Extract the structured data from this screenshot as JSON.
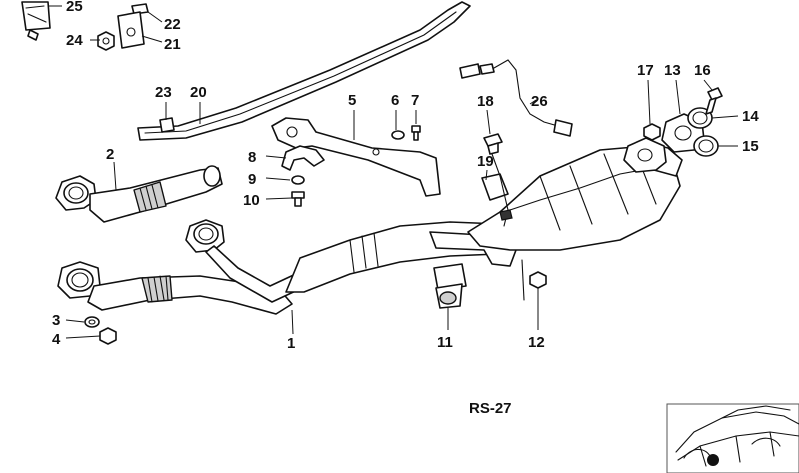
{
  "diagram": {
    "code": "RS-27",
    "callouts": [
      {
        "id": "1",
        "text": "1"
      },
      {
        "id": "2",
        "text": "2"
      },
      {
        "id": "3",
        "text": "3"
      },
      {
        "id": "4",
        "text": "4"
      },
      {
        "id": "5",
        "text": "5"
      },
      {
        "id": "6",
        "text": "6"
      },
      {
        "id": "7",
        "text": "7"
      },
      {
        "id": "8",
        "text": "8"
      },
      {
        "id": "9",
        "text": "9"
      },
      {
        "id": "10",
        "text": "10"
      },
      {
        "id": "11",
        "text": "11"
      },
      {
        "id": "12",
        "text": "12"
      },
      {
        "id": "13",
        "text": "13"
      },
      {
        "id": "14",
        "text": "14"
      },
      {
        "id": "15",
        "text": "15"
      },
      {
        "id": "16",
        "text": "16"
      },
      {
        "id": "17",
        "text": "17"
      },
      {
        "id": "18",
        "text": "18"
      },
      {
        "id": "19",
        "text": "19"
      },
      {
        "id": "20",
        "text": "20"
      },
      {
        "id": "21",
        "text": "21"
      },
      {
        "id": "22",
        "text": "22"
      },
      {
        "id": "23",
        "text": "23"
      },
      {
        "id": "24",
        "text": "24"
      },
      {
        "id": "25",
        "text": "25"
      },
      {
        "id": "26",
        "text": "26"
      }
    ]
  }
}
